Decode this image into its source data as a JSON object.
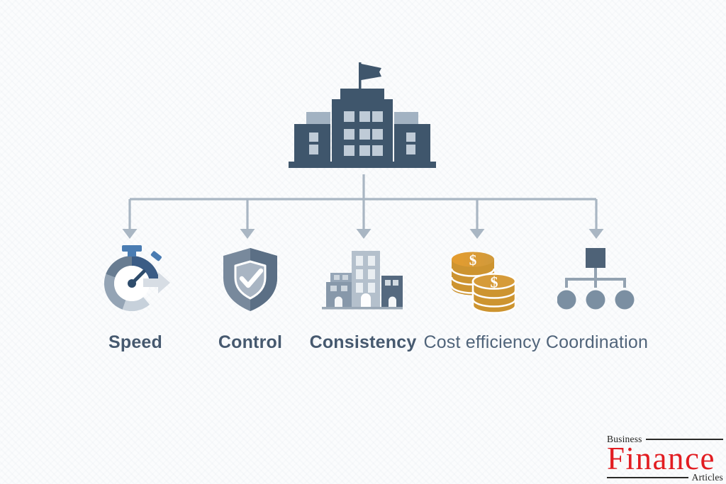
{
  "diagram": {
    "subject": "headquarters-benefits",
    "hq": {
      "icon": "headquarters-building"
    },
    "branches": [
      {
        "label": "Speed",
        "icon": "stopwatch"
      },
      {
        "label": "Control",
        "icon": "shield-check"
      },
      {
        "label": "Consistency",
        "icon": "buildings"
      },
      {
        "label": "Cost efficiency",
        "icon": "coin-stacks"
      },
      {
        "label": "Coordination",
        "icon": "org-chart"
      }
    ]
  },
  "logo": {
    "line1": "Business",
    "line2": "Finance",
    "line3": "Articles"
  },
  "colors": {
    "background": "#fbfcfd",
    "building_dark": "#3f566c",
    "building_light": "#a2b2c2",
    "window_light": "#bfcbd7",
    "connector": "#a9b6c3",
    "label_text_bold": "#46596f",
    "label_text_regular": "#50647a",
    "accent_blue": "#4a7cb2",
    "coin_gold": "#cd9430",
    "logo_red": "#e21d22",
    "logo_dark": "#1f1f1d"
  }
}
